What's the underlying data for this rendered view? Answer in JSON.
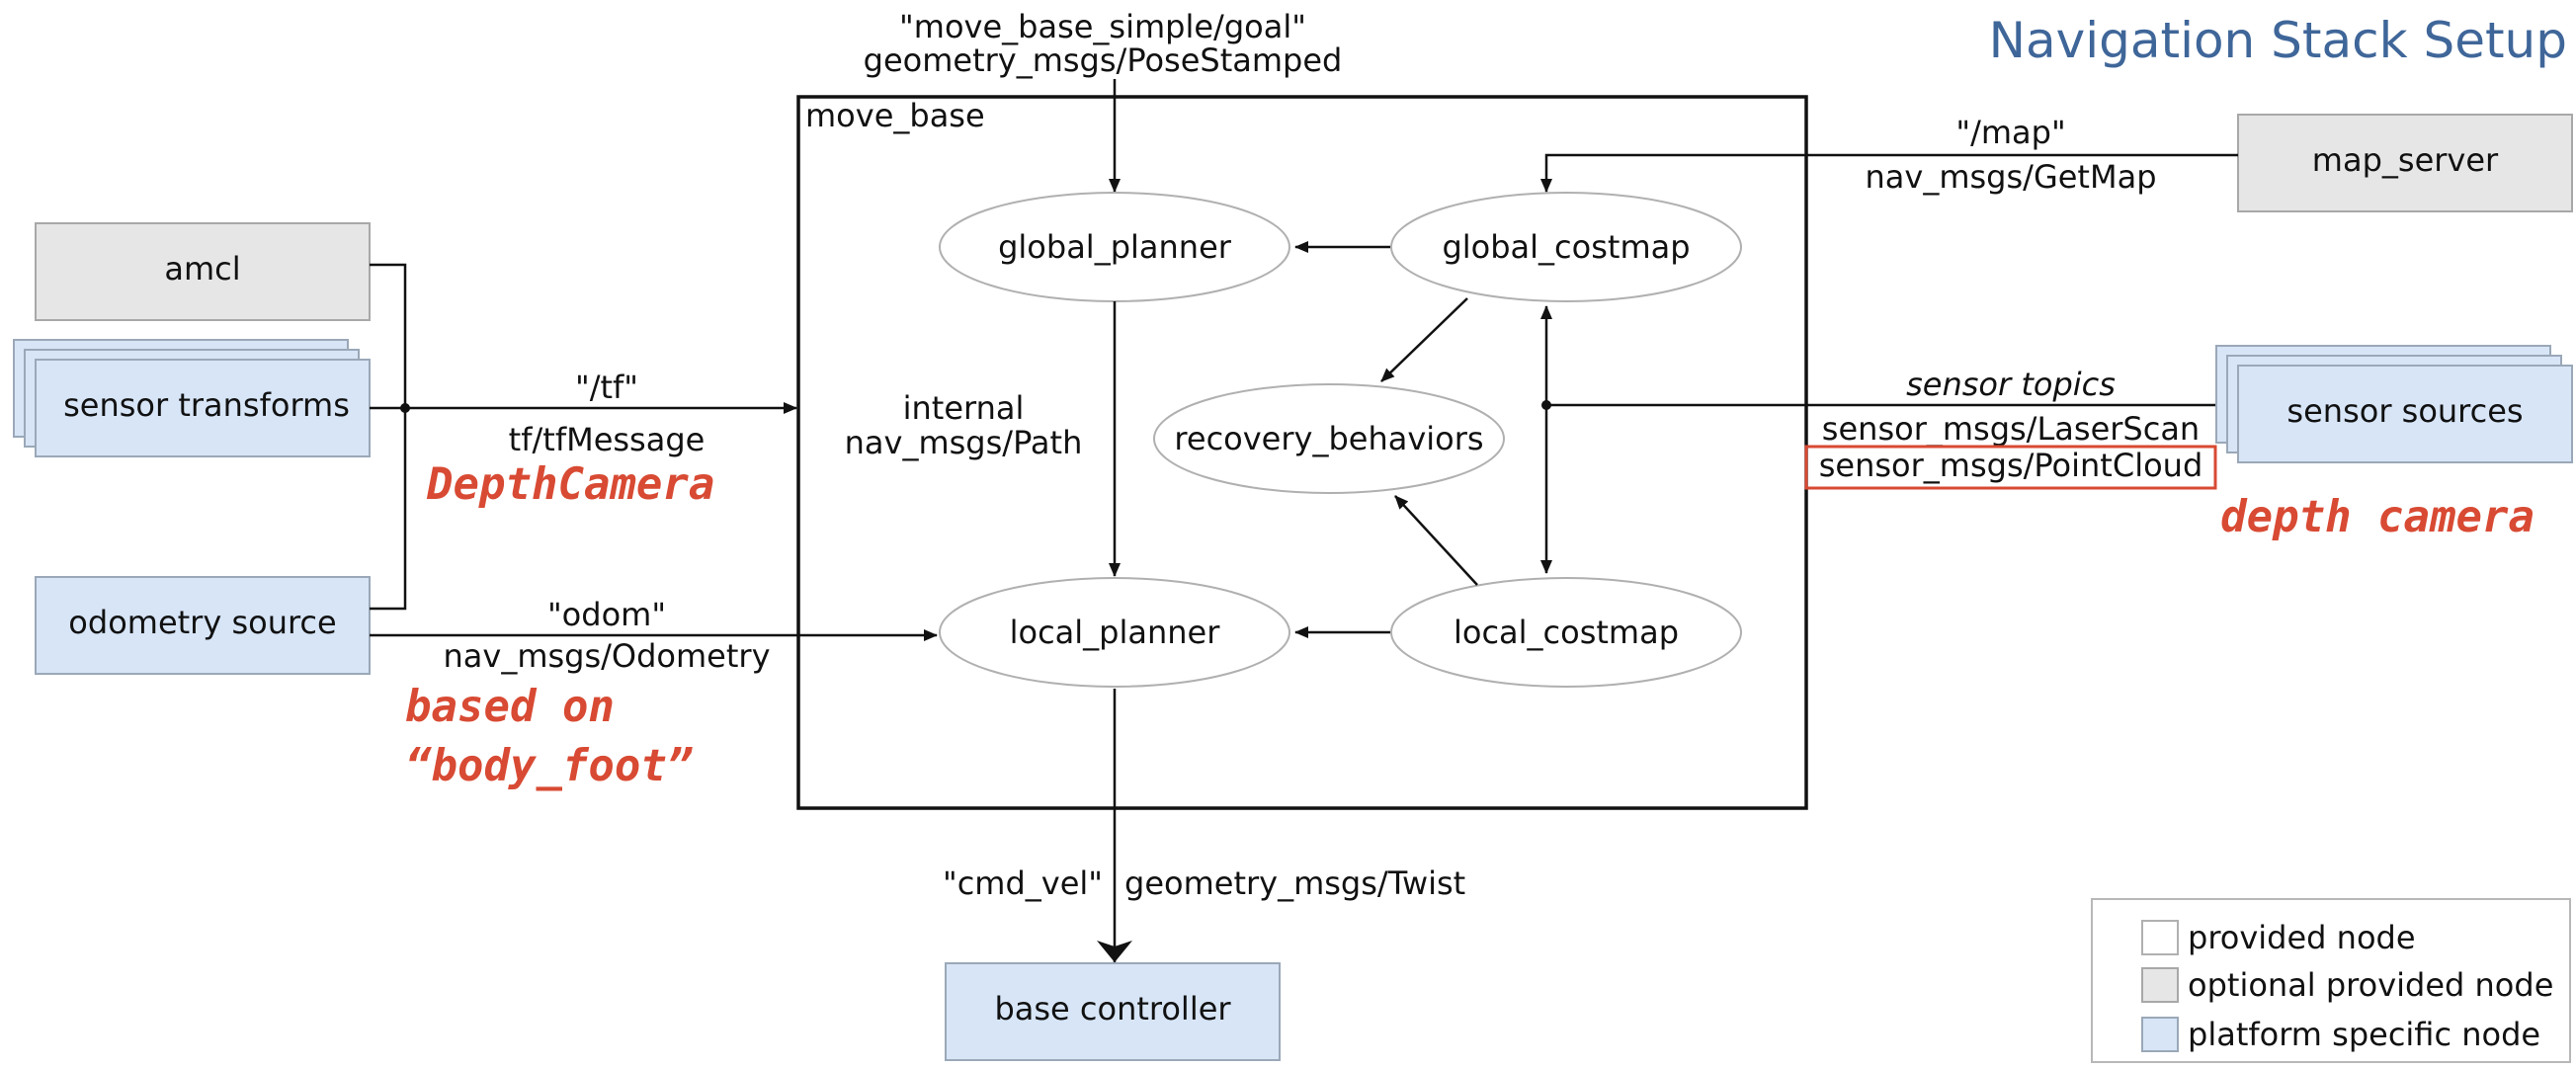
{
  "title": "Navigation Stack Setup",
  "container_label": "move_base",
  "nodes": {
    "global_planner": "global_planner",
    "global_costmap": "global_costmap",
    "recovery_behaviors": "recovery_behaviors",
    "local_planner": "local_planner",
    "local_costmap": "local_costmap",
    "amcl": "amcl",
    "sensor_transforms": "sensor transforms",
    "odometry_source": "odometry source",
    "map_server": "map_server",
    "sensor_sources": "sensor sources",
    "base_controller": "base controller"
  },
  "edges": {
    "goal_topic": "\"move_base_simple/goal\"",
    "goal_type": "geometry_msgs/PoseStamped",
    "tf_topic": "\"/tf\"",
    "tf_type": "tf/tfMessage",
    "path_line1": "internal",
    "path_line2": "nav_msgs/Path",
    "odom_topic": "\"odom\"",
    "odom_type": "nav_msgs/Odometry",
    "map_topic": "\"/map\"",
    "map_type": "nav_msgs/GetMap",
    "sensor_topics": "sensor topics",
    "laserscan": "sensor_msgs/LaserScan",
    "pointcloud": "sensor_msgs/PointCloud",
    "cmd_vel_topic": "\"cmd_vel\"",
    "cmd_vel_type": "geometry_msgs/Twist"
  },
  "annotations": {
    "depth_camera_upper": "DepthCamera",
    "depth_camera_lower": "depth camera",
    "based_on": "based on",
    "body_foot": "“body_foot”"
  },
  "legend": {
    "provided": "provided node",
    "optional": "optional provided node",
    "platform": "platform specific node"
  },
  "colors": {
    "title": "#3f6699",
    "annotation": "#d84a33",
    "optional_node_fill": "#e6e6e6",
    "platform_node_fill": "#d7e5f7",
    "provided_node_fill": "#ffffff"
  }
}
